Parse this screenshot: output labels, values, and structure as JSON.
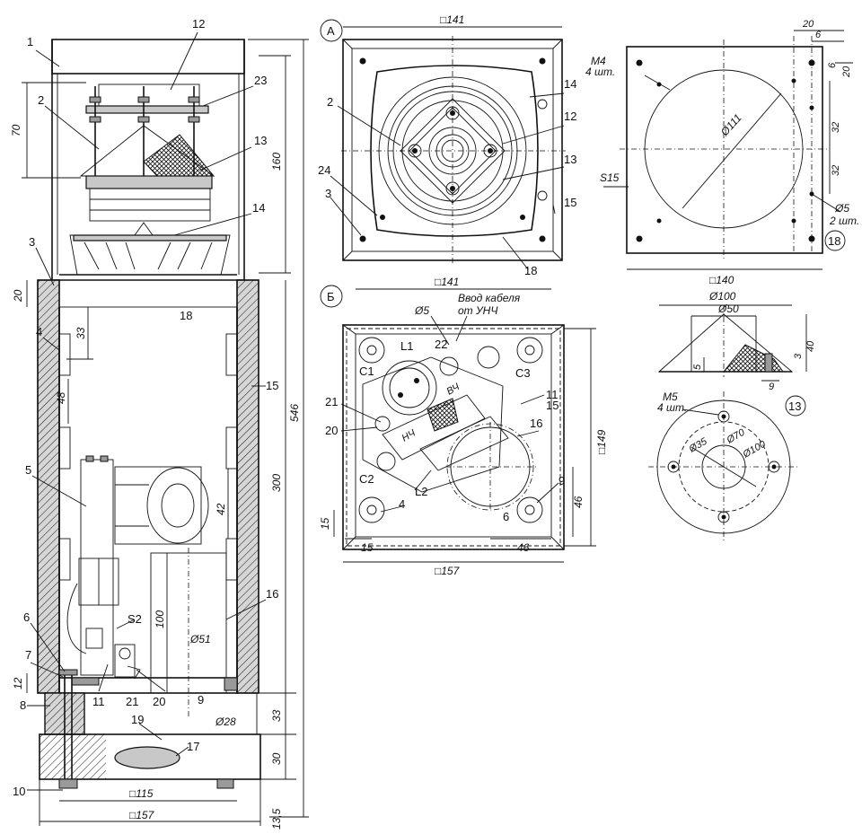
{
  "views": {
    "view_a": {
      "marker": "А",
      "side": "□141",
      "labels": {
        "l2": "2",
        "l12": "12",
        "l14": "14",
        "l13": "13",
        "l24": "24",
        "l3": "3",
        "l15": "15",
        "l18": "18"
      }
    },
    "view_b": {
      "marker": "Б",
      "side_top": "□141",
      "side_bottom": "□157",
      "side_right": "□149",
      "hole": "Ø5",
      "cable_note_1": "Ввод кабеля",
      "cable_note_2": "от УНЧ",
      "labels": {
        "L1": "L1",
        "l22": "22",
        "C1": "C1",
        "C3": "C3",
        "l11": "11",
        "l15": "15",
        "l21": "21",
        "l20": "20",
        "l16": "16",
        "C2": "C2",
        "L2": "L2",
        "l9": "9",
        "l4": "4",
        "l6": "6"
      },
      "component_texts": {
        "hf": "ВЧ",
        "lf": "НЧ"
      },
      "dims": {
        "d15a": "15",
        "d15b": "15",
        "d46a": "46",
        "d46b": "46"
      }
    },
    "panel_18": {
      "m4": "M4",
      "m4_count": "4 шт.",
      "diameter": "Ø111",
      "s": "S15",
      "width": "□140",
      "d20a": "20",
      "d6a": "6",
      "d6b": "6",
      "d20b": "20",
      "d32a": "32",
      "d32b": "32",
      "hole": "Ø5",
      "hole_count": "2 шт.",
      "marker": "18"
    },
    "part_13": {
      "d100": "Ø100",
      "d50": "Ø50",
      "h40": "40",
      "h3": "3",
      "h5": "5",
      "w9": "9",
      "m5": "M5",
      "m5_count": "4 шт.",
      "d35": "Ø35",
      "d70": "Ø70",
      "d100b": "Ø100",
      "marker": "13"
    },
    "section": {
      "labels": {
        "l1": "1",
        "l12": "12",
        "l23": "23",
        "l2": "2",
        "l13": "13",
        "l14": "14",
        "l3": "3",
        "l18": "18",
        "l4": "4",
        "l15": "15",
        "l5": "5",
        "l16": "16",
        "l6": "6",
        "l7": "7",
        "l8": "8",
        "s2": "S2",
        "l11": "11",
        "l21": "21",
        "l20": "20",
        "l9": "9",
        "l19": "19",
        "l17": "17",
        "l10": "10"
      },
      "dims": {
        "d70": "70",
        "d160": "160",
        "d546": "546",
        "d20": "20",
        "d33": "33",
        "d48": "48",
        "d300": "300",
        "d42": "42",
        "d100": "100",
        "d51": "Ø51",
        "d12": "12",
        "d28": "Ø28",
        "d33b": "33",
        "d30": "30",
        "d135": "13,5",
        "d115": "□115",
        "d157": "□157"
      }
    }
  }
}
